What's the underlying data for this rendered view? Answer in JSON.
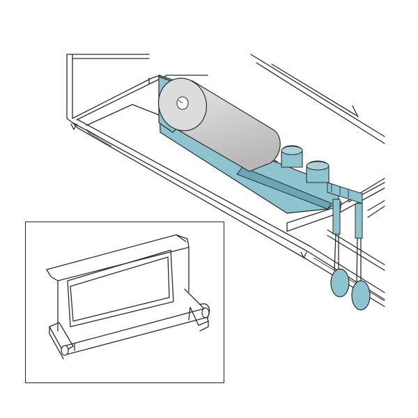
{
  "figure": {
    "main_view": "cabinet-underside-with-roll-holder",
    "inset_view": "roll-holder-detail",
    "colors": {
      "line": "#2a2a2a",
      "accent_bracket": "#8ec3d0",
      "accent_bracket_dark": "#6aa6b5",
      "roll_light": "#e2e2e2",
      "roll_mid": "#cfcfcf",
      "roll_dark": "#b4b4b4",
      "shelf_face": "#ffffff",
      "background": "#ffffff"
    },
    "components": [
      "wall-cabinet",
      "shelf-rail",
      "mounting-bracket",
      "paper-roll",
      "spice-jars",
      "hanging-ladle",
      "hanging-ladle"
    ]
  }
}
